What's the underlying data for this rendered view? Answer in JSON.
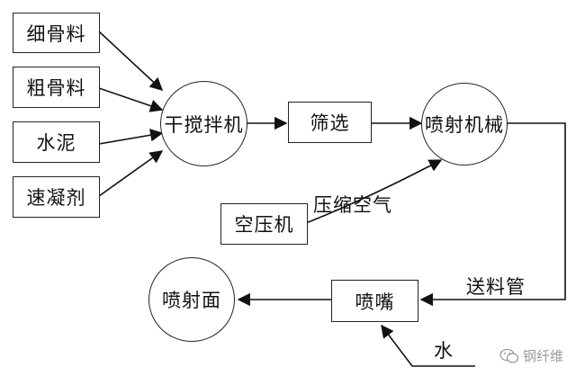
{
  "nodes": {
    "fine_aggregate": "细骨料",
    "coarse_aggregate": "粗骨料",
    "cement": "水泥",
    "accelerator": "速凝剂",
    "dry_mixer": "干搅拌机",
    "screening": "筛选",
    "spray_machine": "喷射机械",
    "air_compressor": "空压机",
    "nozzle": "喷嘴",
    "spray_surface": "喷射面"
  },
  "edge_labels": {
    "compressed_air": "压缩空气",
    "delivery_pipe": "送料管",
    "water": "水"
  },
  "watermark": {
    "text": "钢纤维",
    "icon": "wechat-icon"
  }
}
